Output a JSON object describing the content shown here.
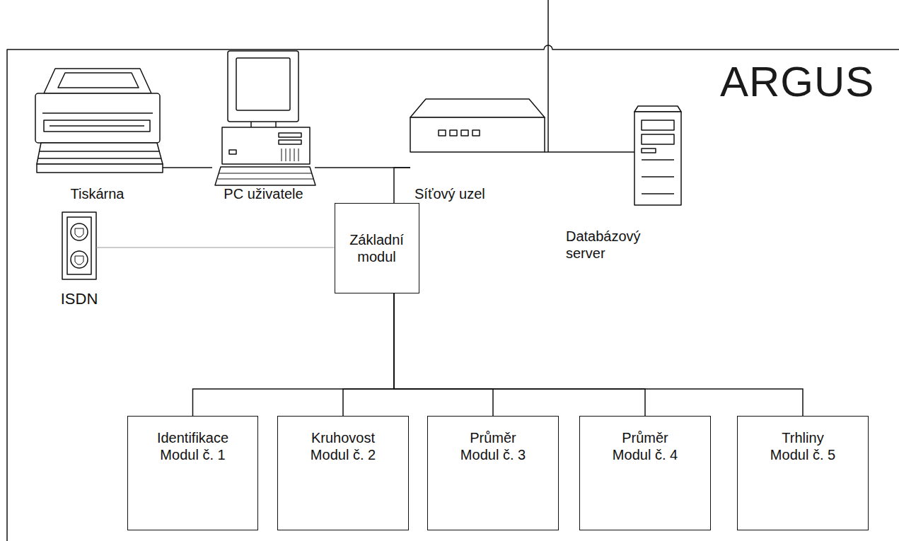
{
  "diagram": {
    "title": "ARGUS",
    "nodes": [
      {
        "text": [
          "Tiskárna"
        ]
      },
      {
        "text": [
          "PC uživatele"
        ]
      },
      {
        "text": [
          "Síťový uzel"
        ]
      },
      {
        "text": [
          "Databázový server"
        ]
      },
      {
        "text": [
          "ISDN"
        ]
      },
      {
        "text": [
          "Základní modul"
        ]
      },
      {
        "text": [
          "Identifikace Modul č. 1"
        ]
      },
      {
        "text": [
          "Kruhovost Modul č. 2"
        ]
      },
      {
        "text": [
          "Průměr Modul č. 3"
        ]
      },
      {
        "text": [
          "Průměr Modul č. 4"
        ]
      },
      {
        "text": [
          "Trhliny Modul č. 5"
        ]
      }
    ],
    "edges": [
      {
        "from": 0,
        "to": 1,
        "arrow": "none"
      },
      {
        "from": 1,
        "to": 2,
        "arrow": "none"
      },
      {
        "from": 2,
        "to": 3,
        "arrow": "none"
      },
      {
        "from": 5,
        "to": 2,
        "arrow": "none"
      },
      {
        "from": 4,
        "to": 5,
        "arrow": "none"
      },
      {
        "from": 5,
        "to": 6,
        "arrow": "none"
      },
      {
        "from": 5,
        "to": 7,
        "arrow": "none"
      },
      {
        "from": 5,
        "to": 8,
        "arrow": "none"
      },
      {
        "from": 5,
        "to": 9,
        "arrow": "none"
      },
      {
        "from": 5,
        "to": 10,
        "arrow": "none"
      }
    ]
  }
}
